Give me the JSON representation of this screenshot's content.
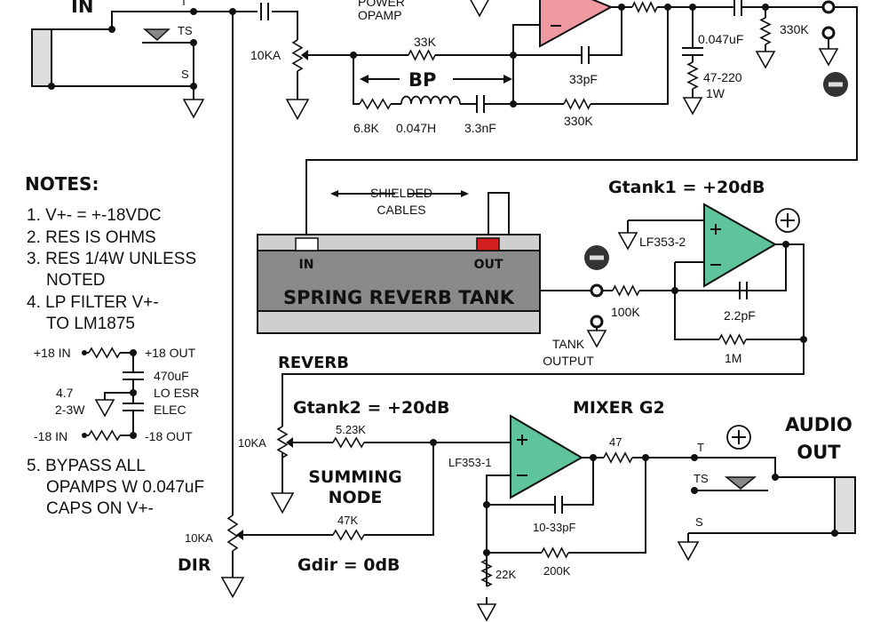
{
  "input": {
    "title": "IN",
    "tip": "T",
    "ts": "TS",
    "sleeve": "S"
  },
  "input_stage": {
    "power_opamp": [
      "POWER",
      "OPAMP"
    ],
    "pot": "10KA",
    "r_33k": "33K",
    "bp": "BP",
    "r_6k8": "6.8K",
    "inductor": "0.047H",
    "c_3n3": "3.3nF",
    "r_330k_fb": "330K",
    "c_33p": "33pF",
    "c_047u": "0.047uF",
    "r_snub": [
      "47-220",
      "1W"
    ],
    "r_330k_out": "330K"
  },
  "notes": {
    "title": "NOTES:",
    "items": [
      "1. V+- = +-18VDC",
      "2. RES IS OHMS",
      "3. RES 1/4W UNLESS",
      "NOTED",
      "4. LP FILTER V+-",
      "TO LM1875"
    ],
    "filter": {
      "p_in": "+18 IN",
      "p_out": "+18 OUT",
      "n_in": "-18 IN",
      "n_out": "-18 OUT",
      "cap": [
        "470uF",
        "LO ESR",
        "ELEC"
      ],
      "res": [
        "4.7",
        "2-3W"
      ]
    },
    "item5": [
      "5. BYPASS ALL",
      "OPAMPS W 0.047uF",
      "CAPS ON V+-"
    ]
  },
  "tank": {
    "cables": [
      "SHIELDED",
      "CABLES"
    ],
    "in": "IN",
    "out": "OUT",
    "name": "SPRING REVERB TANK",
    "tank_output": [
      "TANK",
      "OUTPUT"
    ],
    "fill_top": "#cfcfcf",
    "fill_body": "#8a8a8a",
    "in_color": "#ffffff",
    "out_color": "#d42020"
  },
  "gtank1": {
    "title": "Gtank1 = +20dB",
    "opamp": "LF353-2",
    "r_in": "100K",
    "c_fb": "2.2pF",
    "r_fb": "1M",
    "color": "#5fc39b"
  },
  "mixer": {
    "reverb": "REVERB",
    "gtank2": "Gtank2 = +20dB",
    "pot_reverb": "10KA",
    "r_523k": "5.23K",
    "summing": [
      "SUMMING",
      "NODE"
    ],
    "r_47k": "47K",
    "gdir": "Gdir = 0dB",
    "pot_dir": "10KA",
    "dir": "DIR",
    "title": "MIXER G2",
    "opamp": "LF353-1",
    "r_47": "47",
    "c_fb": "10-33pF",
    "r_fb": "200K",
    "r_gnd": "22K",
    "color": "#5fc39b"
  },
  "output": {
    "title": [
      "AUDIO",
      "OUT"
    ],
    "tip": "T",
    "ts": "TS",
    "sleeve": "S"
  },
  "power_opamp_color": "#ef9aa1"
}
